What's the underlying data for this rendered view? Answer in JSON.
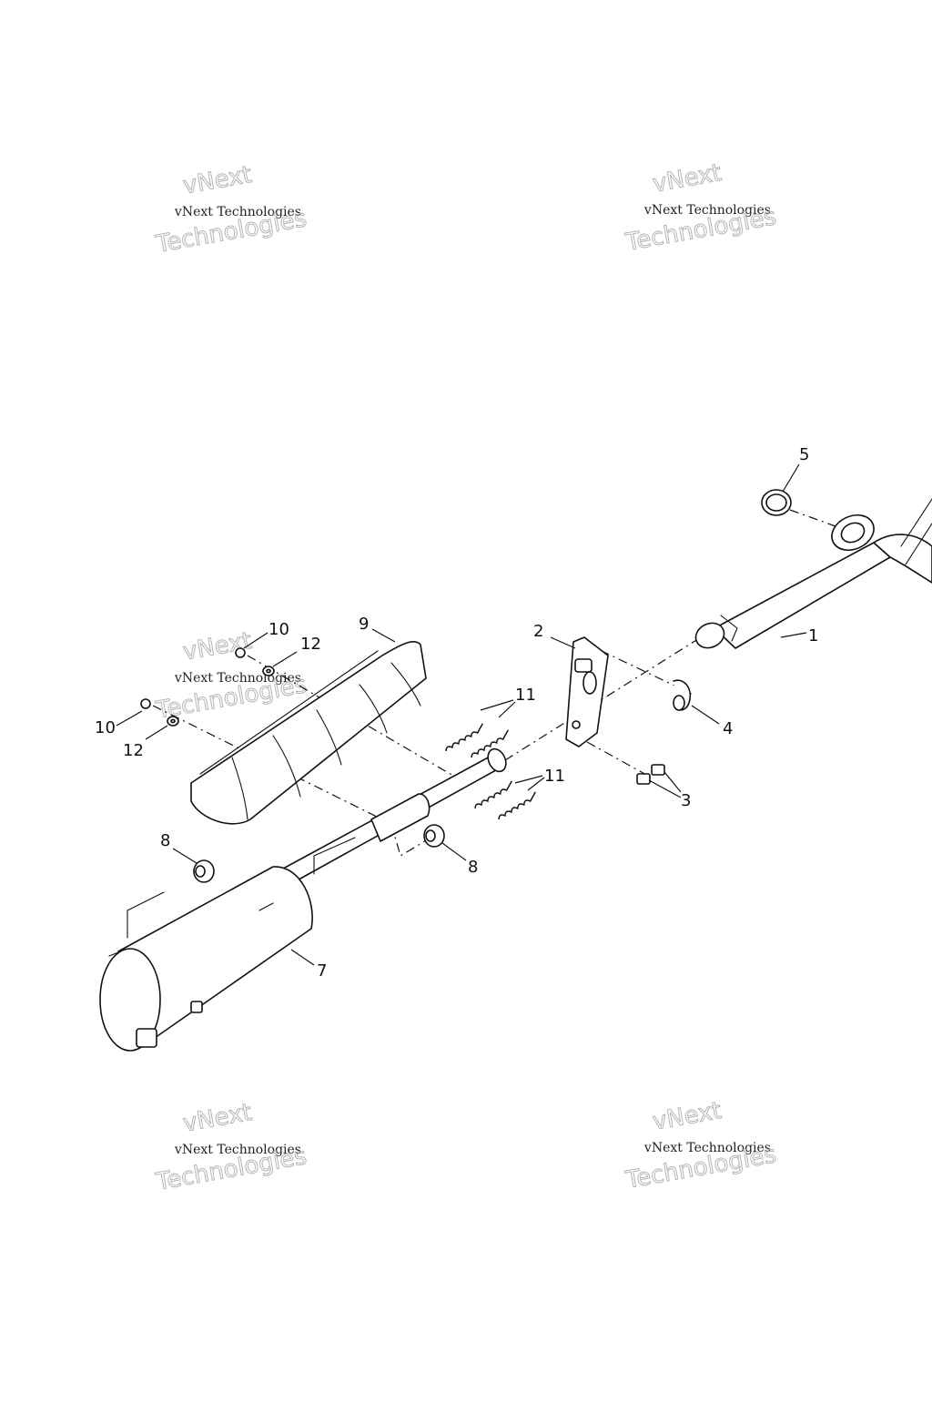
{
  "watermarks": [
    {
      "line1": "vNext Technologies",
      "line2": "vNext",
      "line3": "Technologies"
    },
    {
      "line1": "vNext Technologies",
      "line2": "vNext",
      "line3": "Technologies"
    },
    {
      "line1": "vNext Technologies",
      "line2": "vNext",
      "line3": "Technologies"
    },
    {
      "line1": "vNext Technologies",
      "line2": "vNext",
      "line3": "Technologies"
    },
    {
      "line1": "vNext Technologies",
      "line2": "vNext",
      "line3": "Technologies"
    }
  ],
  "callouts": {
    "c1": "1",
    "c2": "2",
    "c3": "3",
    "c4": "4",
    "c5": "5",
    "c7": "7",
    "c8a": "8",
    "c8b": "8",
    "c9": "9",
    "c10a": "10",
    "c10b": "10",
    "c11a": "11",
    "c11b": "11",
    "c12a": "12",
    "c12b": "12"
  }
}
